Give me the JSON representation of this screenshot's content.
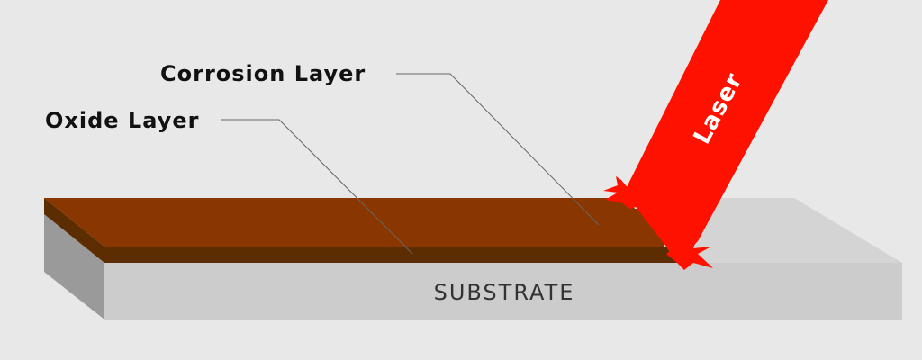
{
  "labels": {
    "corrosion": "Corrosion Layer",
    "oxide": "Oxide Layer",
    "laser": "Laser",
    "substrate": "SUBSTRATE"
  },
  "colors": {
    "background": "#e8e8e8",
    "corrosion": "#8a3600",
    "oxide": "#5c2d00",
    "substrate_front": "#cccccc",
    "substrate_top": "#d4d4d4",
    "substrate_side": "#9a9a9a",
    "laser": "#ff1100"
  }
}
